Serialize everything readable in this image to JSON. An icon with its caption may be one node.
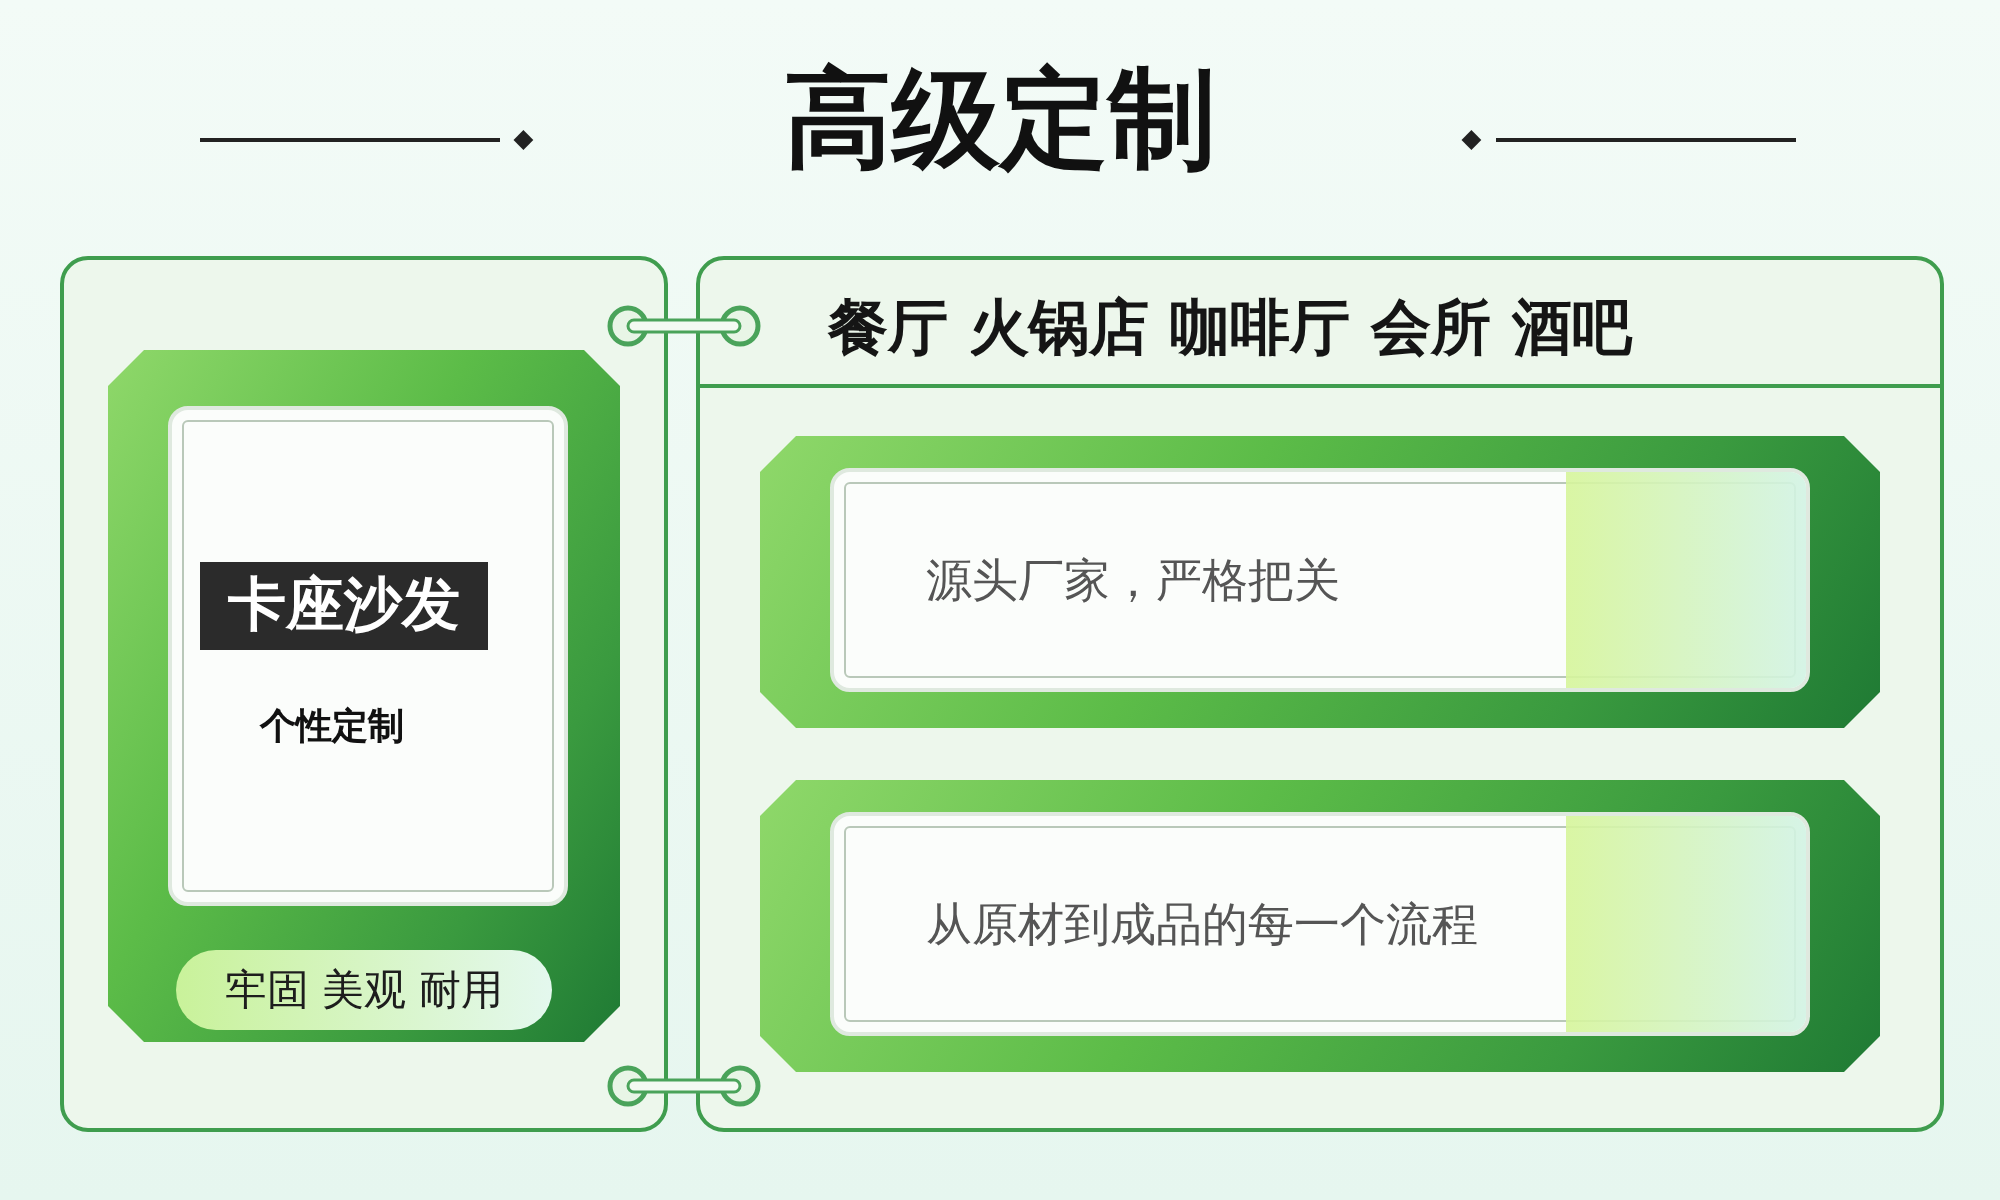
{
  "diagram": {
    "title": "高级定制",
    "nodes": [
      {
        "text": [
          "牢固 美观 耐用"
        ]
      },
      {
        "text": [
          "卡座沙发",
          "个性定制"
        ],
        "in": 0
      },
      {
        "text": [
          "餐厅 火锅店 咖啡厅 会所 酒吧"
        ]
      },
      {
        "text": [
          "源头厂家，严格把关"
        ],
        "in": 2
      },
      {
        "text": [
          "从原材到成品的每一个流程"
        ],
        "in": 2
      }
    ]
  }
}
